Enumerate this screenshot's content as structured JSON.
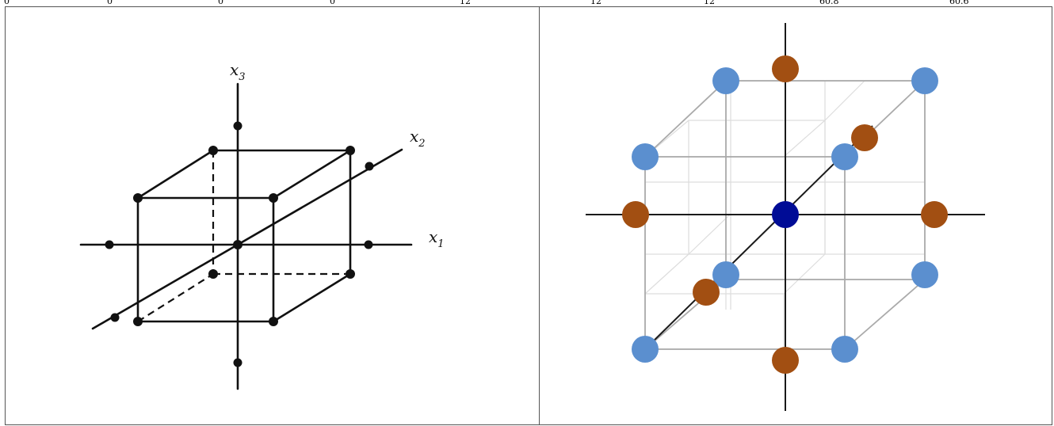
{
  "top_row": [
    "0",
    "0",
    "0",
    "0",
    "12",
    "12",
    "12",
    "60.8",
    "60.6"
  ],
  "left_diagram": {
    "axes": [
      {
        "name": "x",
        "sub": "1"
      },
      {
        "name": "x",
        "sub": "2"
      },
      {
        "name": "x",
        "sub": "3"
      }
    ]
  },
  "right_diagram": {
    "colors": {
      "cube_point": "#5b8fcf",
      "axial_point": "#a24f12",
      "center_point": "#000c96",
      "frame_line": "#aaaaaa",
      "axis_line": "#1a1a1a"
    }
  }
}
